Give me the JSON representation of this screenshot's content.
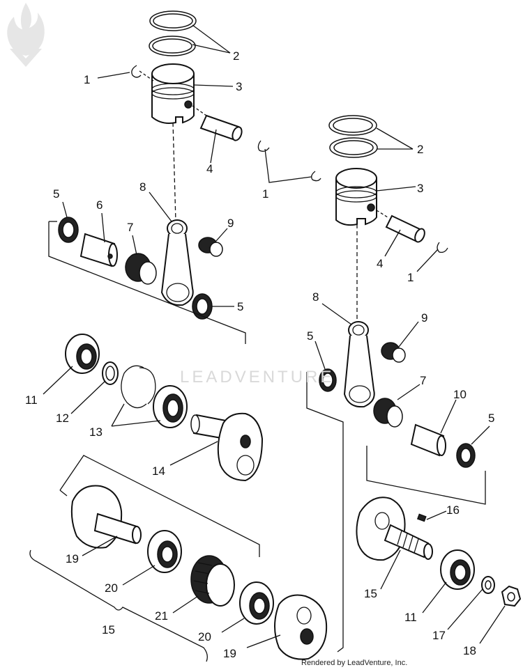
{
  "diagram": {
    "footer": "Rendered by LeadVenture, Inc.",
    "watermark": "LEADVENTURE",
    "callouts": {
      "c1a": "1",
      "c1b": "1",
      "c1c": "1",
      "c2a": "2",
      "c2b": "2",
      "c3a": "3",
      "c3b": "3",
      "c4a": "4",
      "c4b": "4",
      "c5a": "5",
      "c5b": "5",
      "c5c": "5",
      "c5d": "5",
      "c6": "6",
      "c7a": "7",
      "c7b": "7",
      "c8a": "8",
      "c8b": "8",
      "c9a": "9",
      "c9b": "9",
      "c10": "10",
      "c11a": "11",
      "c11b": "11",
      "c12": "12",
      "c13": "13",
      "c14": "14",
      "c15a": "15",
      "c15b": "15",
      "c16": "16",
      "c17": "17",
      "c18": "18",
      "c19a": "19",
      "c19b": "19",
      "c20a": "20",
      "c20b": "20",
      "c21": "21"
    }
  }
}
